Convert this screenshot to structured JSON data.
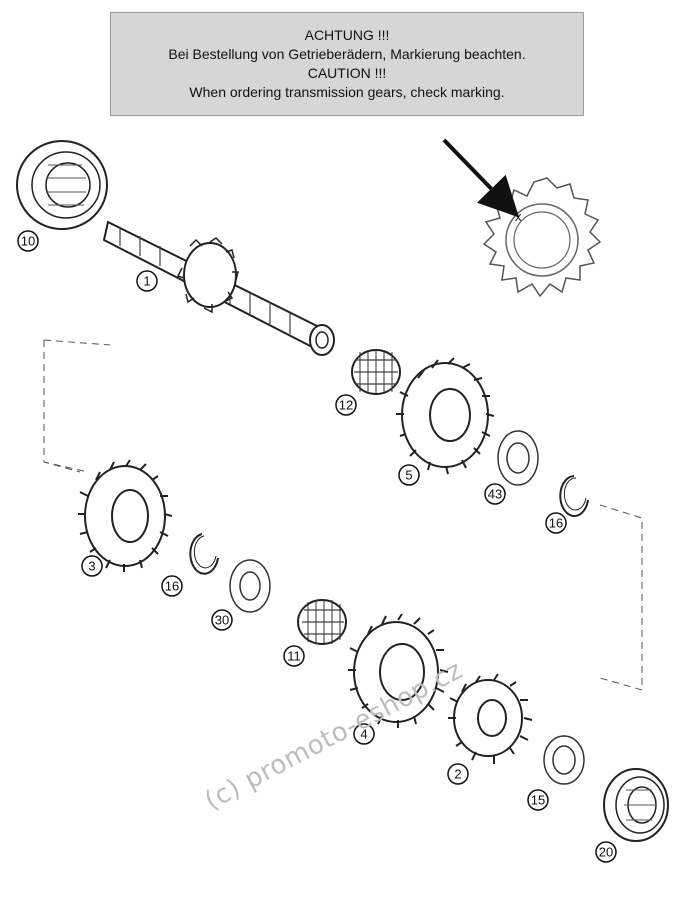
{
  "notice": {
    "line1": "ACHTUNG !!!",
    "line2": "Bei Bestellung von Getrieberädern, Markierung beachten.",
    "line3": "CAUTION !!!",
    "line4": "When ordering transmission gears, check marking."
  },
  "detail_mark": "x",
  "callouts": {
    "c1": "1",
    "c2": "2",
    "c3": "3",
    "c4": "4",
    "c5": "5",
    "c10": "10",
    "c11": "11",
    "c12": "12",
    "c15": "15",
    "c16a": "16",
    "c16b": "16",
    "c20": "20",
    "c30": "30",
    "c43": "43"
  },
  "watermark": "(c) promoto-eshop.cz"
}
